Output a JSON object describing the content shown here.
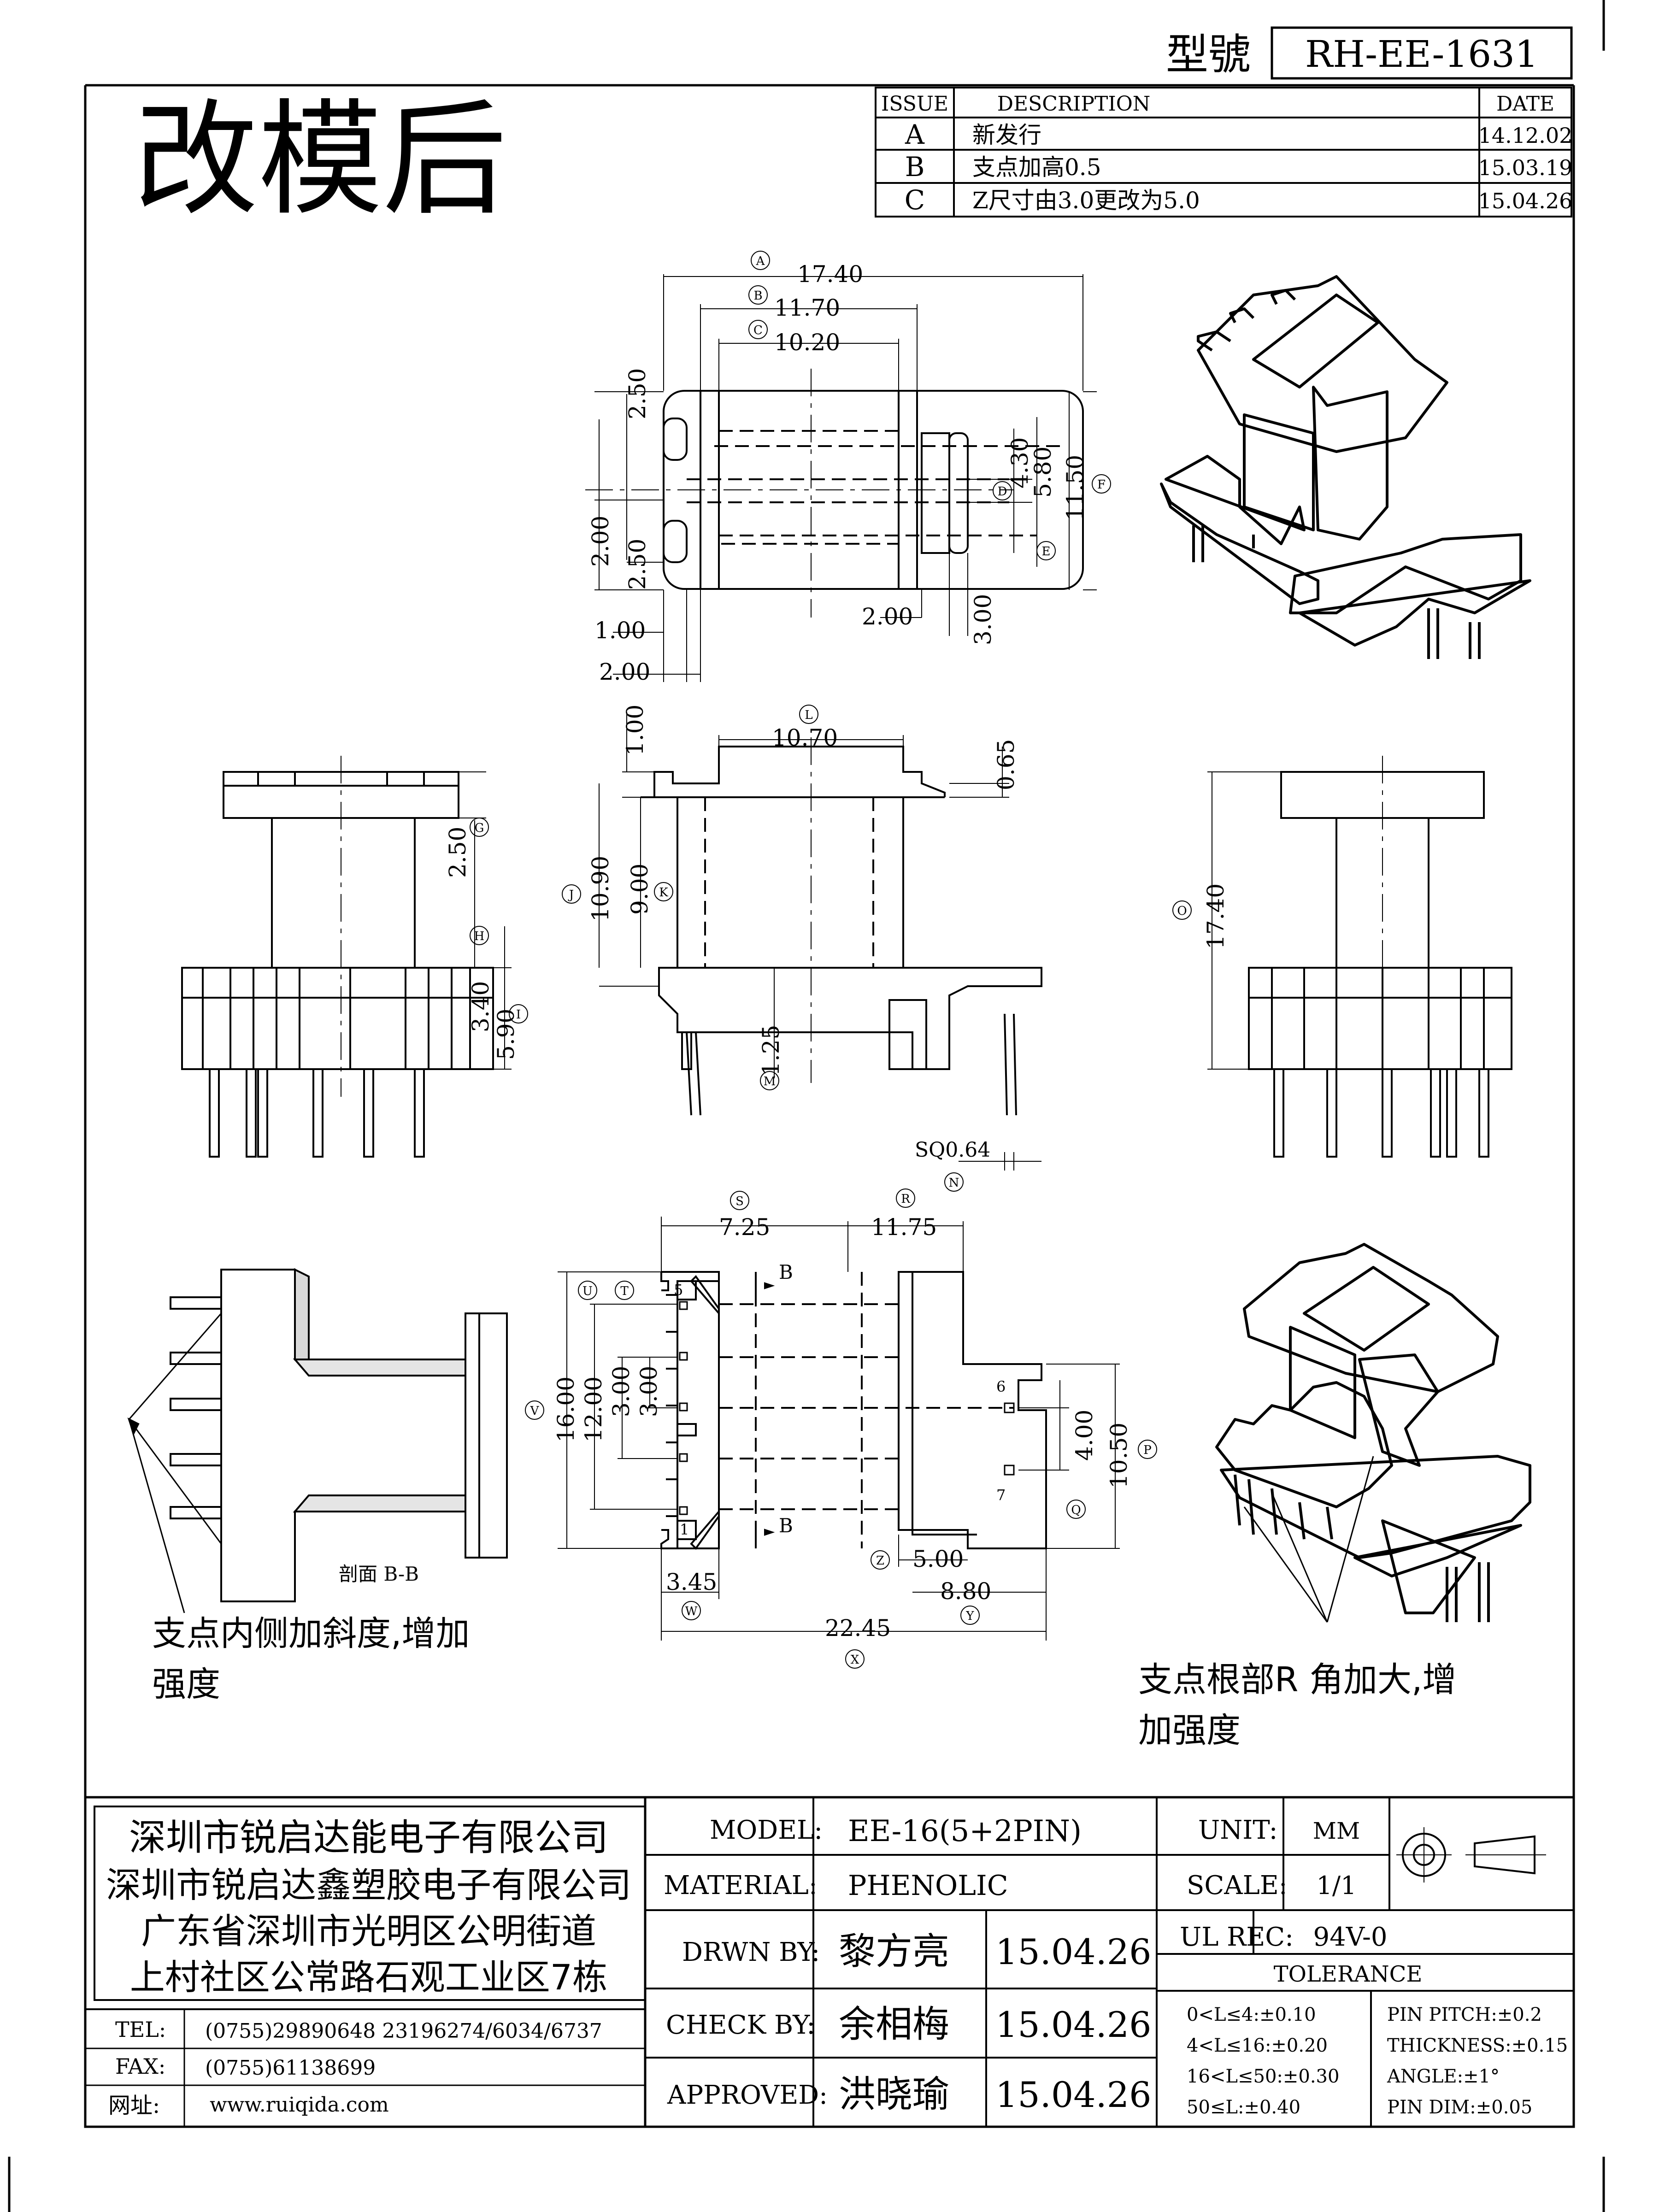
{
  "header": {
    "model_no_label": "型號",
    "model_no": "RH-EE-1631",
    "big_title": "改模后"
  },
  "revisions": {
    "headers": [
      "ISSUE",
      "DESCRIPTION",
      "DATE"
    ],
    "rows": [
      {
        "issue": "A",
        "desc": "新发行",
        "date": "14.12.02"
      },
      {
        "issue": "B",
        "desc": "支点加高0.5",
        "date": "15.03.19"
      },
      {
        "issue": "C",
        "desc": "Z尺寸由3.0更改为5.0",
        "date": "15.04.26"
      }
    ]
  },
  "top_view": {
    "dims": {
      "A": "17.40",
      "B": "11.70",
      "C": "10.20",
      "d_2_50_top": "2.50",
      "d_2_00_left": "2.00",
      "d_2_50_bot": "2.50",
      "d_1_00": "1.00",
      "d_2_00_bottom": "2.00",
      "d_2_00_mid": "2.00",
      "d_3_00": "3.00",
      "D": "4.30",
      "E": "5.80",
      "F": "11.50"
    },
    "letters": {
      "A": "A",
      "B": "B",
      "C": "C",
      "D": "D",
      "E": "E",
      "F": "F"
    }
  },
  "side_views": {
    "left": {
      "G": "2.50",
      "H": "3.40",
      "I": "5.90",
      "letters": {
        "G": "G",
        "H": "H",
        "I": "I"
      }
    },
    "front": {
      "L": "10.70",
      "J": "10.90",
      "K": "9.00",
      "M": "1.25",
      "d_1_00": "1.00",
      "d_0_65": "0.65",
      "N": "SQ0.64",
      "letters": {
        "L": "L",
        "J": "J",
        "K": "K",
        "M": "M",
        "N": "N"
      }
    },
    "right": {
      "O": "17.40",
      "letters": {
        "O": "O"
      }
    }
  },
  "bottom_view": {
    "S": "7.25",
    "R": "11.75",
    "V": "16.00",
    "d_12_00": "12.00",
    "U_val": "3.00",
    "T_val": "3.00",
    "Q": "4.00",
    "P": "10.50",
    "Z": "5.00",
    "Y": "8.80",
    "W": "3.45",
    "X": "22.45",
    "section_marker": "B",
    "pin_1": "1",
    "pin_5": "5",
    "pin_6": "6",
    "pin_7": "7",
    "letters": {
      "S": "S",
      "R": "R",
      "V": "V",
      "U": "U",
      "T": "T",
      "Q": "Q",
      "P": "P",
      "Z": "Z",
      "Y": "Y",
      "W": "W",
      "X": "X"
    }
  },
  "section": {
    "label": "剖面 B-B",
    "note_line1": "支点内侧加斜度,增加",
    "note_line2": "强度"
  },
  "iso_note": {
    "line1": "支点根部R 角加大,增",
    "line2": "加强度"
  },
  "title_block": {
    "company": [
      "深圳市锐启达能电子有限公司",
      "深圳市锐启达鑫塑胶电子有限公司",
      "广东省深圳市光明区公明街道",
      "上村社区公常路石观工业区7栋"
    ],
    "tel_label": "TEL:",
    "tel": "(0755)29890648   23196274/6034/6737",
    "fax_label": "FAX:",
    "fax": "(0755)61138699",
    "web_label": "网址:",
    "web": "www.ruiqida.com",
    "model_label": "MODEL:",
    "model": "EE-16(5+2PIN)",
    "material_label": "MATERIAL:",
    "material": "PHENOLIC",
    "drawn_label": "DRWN BY:",
    "drawn_by": "黎方亮",
    "drawn_date": "15.04.26",
    "check_label": "CHECK BY:",
    "check_by": "余相梅",
    "check_date": "15.04.26",
    "approved_label": "APPROVED:",
    "approved_by": "洪晓瑜",
    "approved_date": "15.04.26",
    "unit_label": "UNIT:",
    "unit": "MM",
    "scale_label": "SCALE:",
    "scale": "1/1",
    "ul_label": "UL REC:",
    "ul": "94V-0",
    "tolerance_label": "TOLERANCE",
    "tol_left": [
      "0<L≤4:±0.10",
      "4<L≤16:±0.20",
      "16<L≤50:±0.30",
      "50≤L:±0.40"
    ],
    "tol_right": [
      "PIN PITCH:±0.2",
      "THICKNESS:±0.15",
      "ANGLE:±1°",
      "PIN DIM:±0.05"
    ]
  }
}
